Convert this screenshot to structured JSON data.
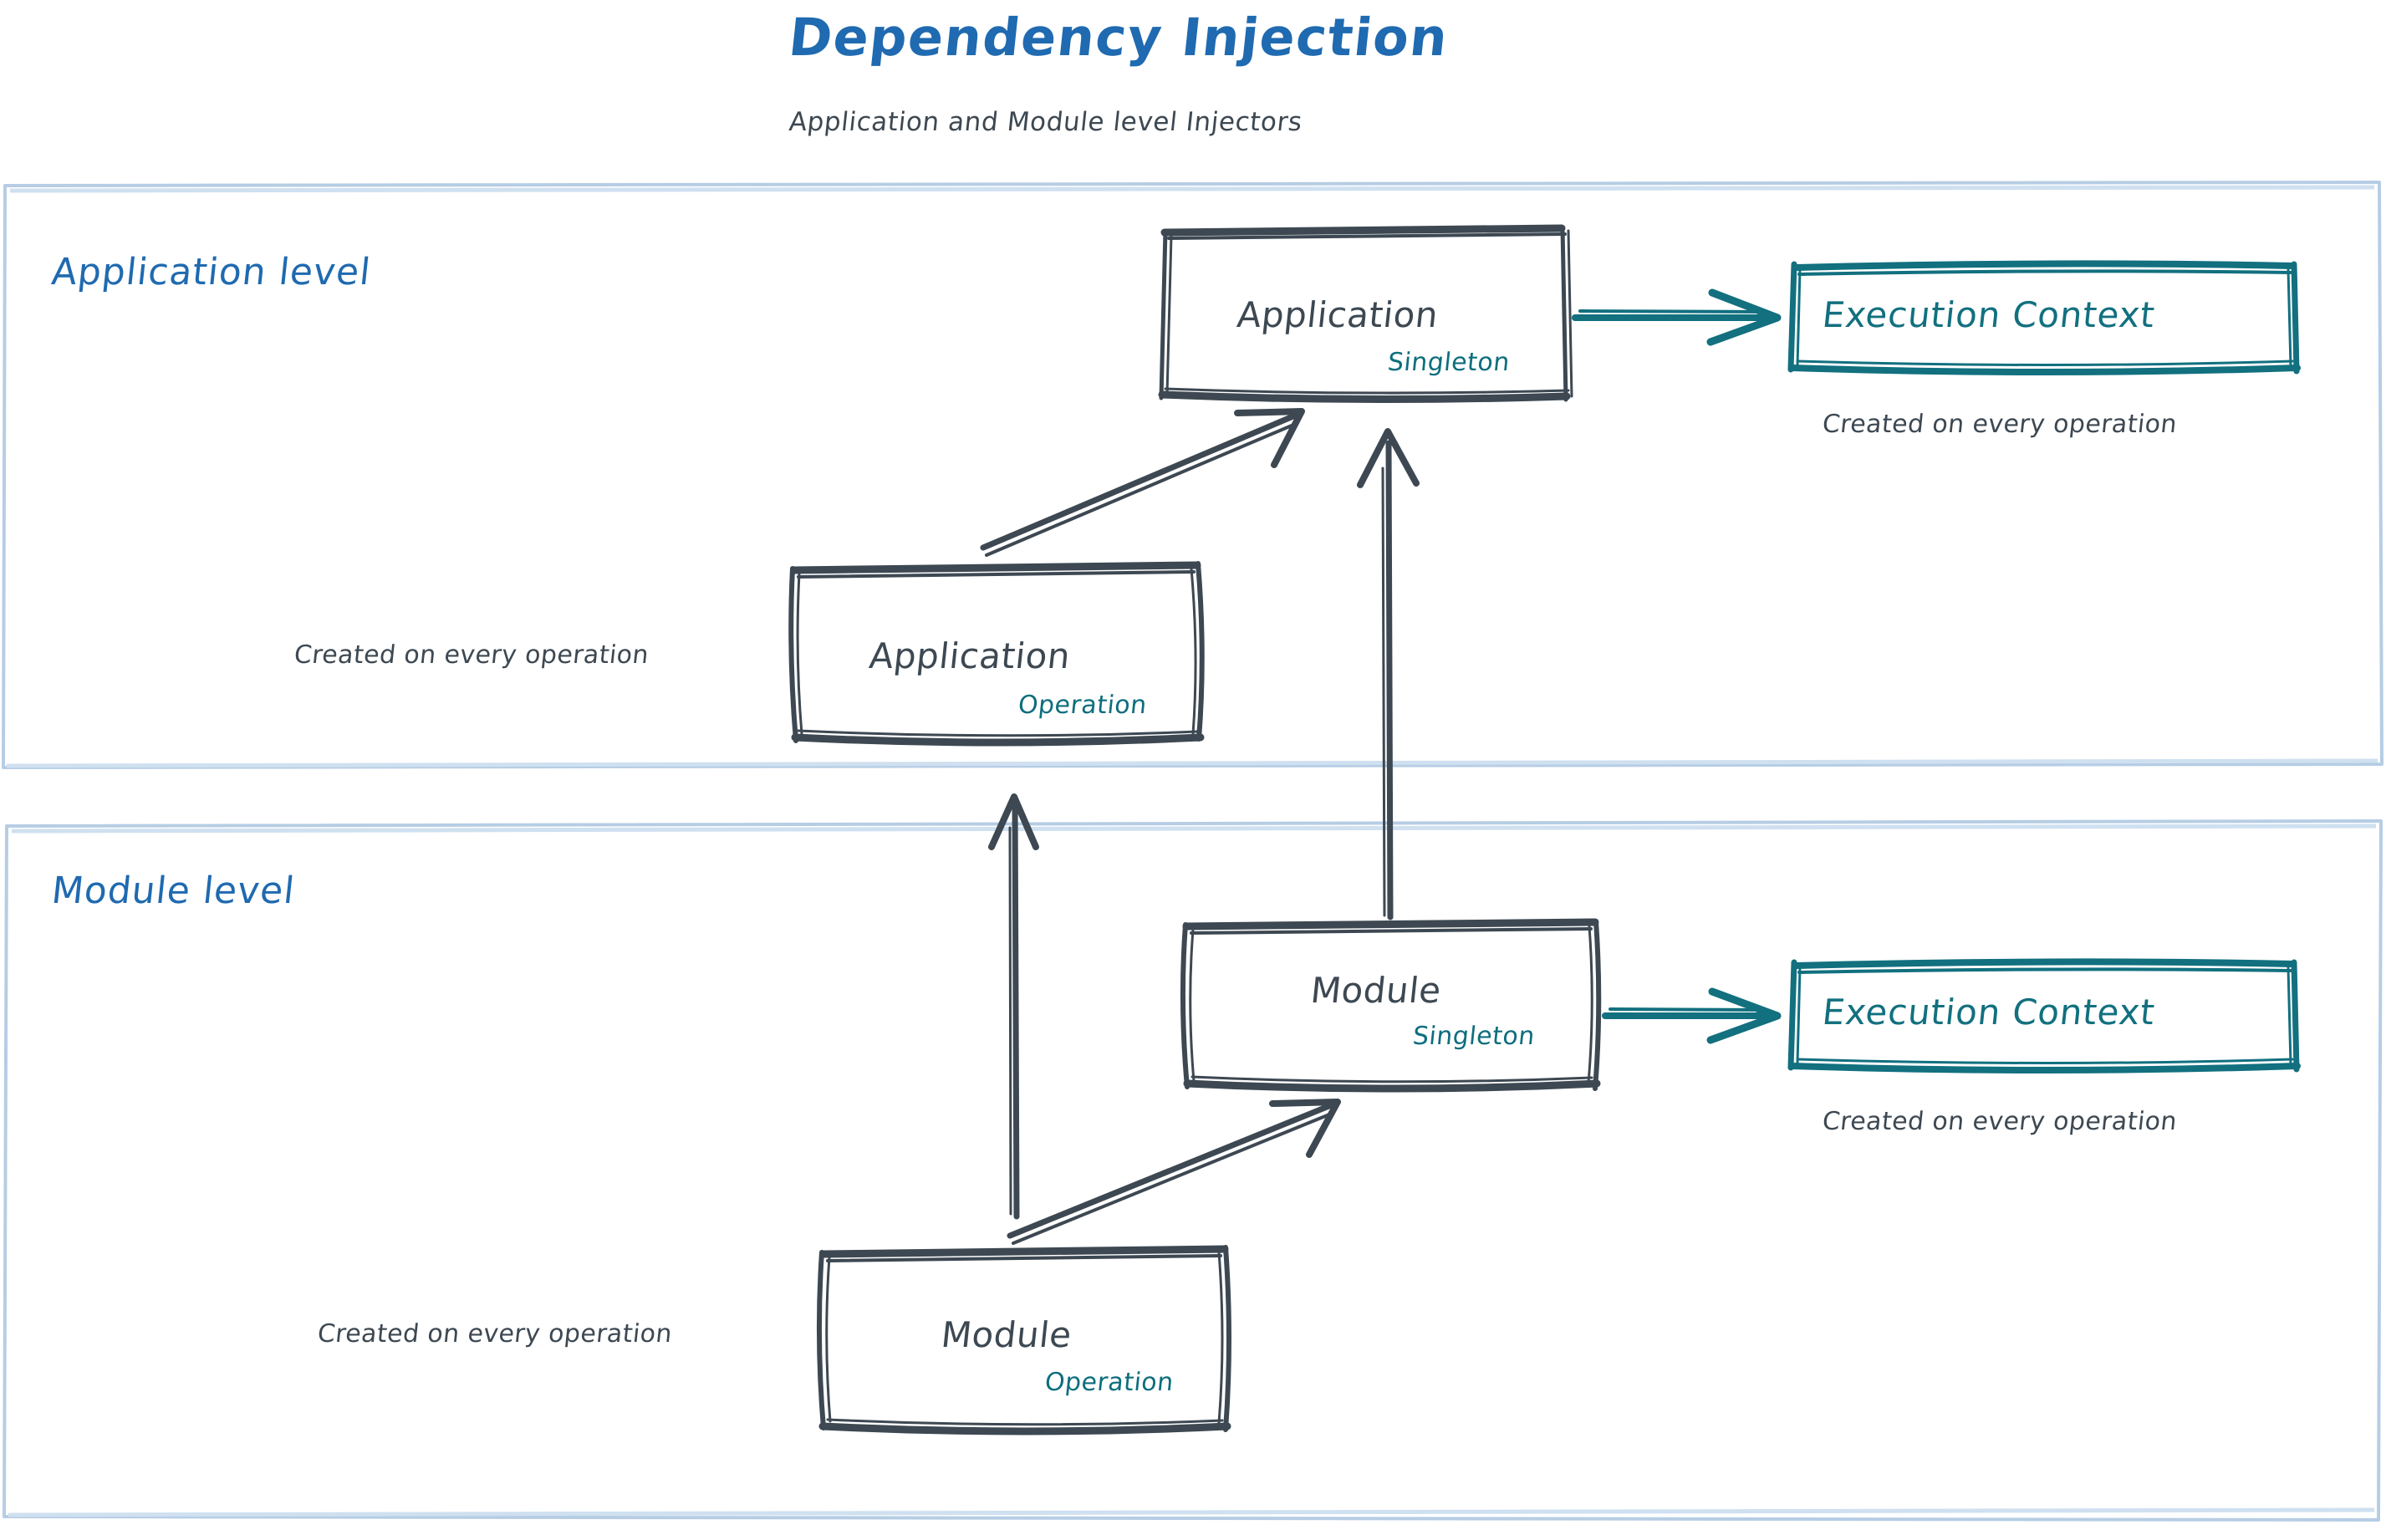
{
  "header": {
    "title": "Dependency Injection",
    "subtitle": "Application and Module level Injectors",
    "title_color": "#1f6ab0",
    "subtitle_color": "#3d4852"
  },
  "colors": {
    "zone_border": "#b6cde4",
    "zone_label": "#1f6ab0",
    "node_stroke": "#3d4852",
    "node_text": "#3d4852",
    "scope_text": "#0d6e7d",
    "context_stroke": "#12707f",
    "context_text": "#12707f",
    "background": "#ffffff"
  },
  "zones": [
    {
      "id": "application-level",
      "label": "Application level",
      "nodes": [
        {
          "id": "application-singleton",
          "title": "Application",
          "scope": "Singleton",
          "kind": "node"
        },
        {
          "id": "execution-context-application",
          "title": "Execution Context",
          "kind": "context",
          "caption": "Created on every operation"
        },
        {
          "id": "application-operation",
          "title": "Application",
          "scope": "Operation",
          "kind": "node",
          "caption": "Created on every operation"
        }
      ]
    },
    {
      "id": "module-level",
      "label": "Module level",
      "nodes": [
        {
          "id": "module-singleton",
          "title": "Module",
          "scope": "Singleton",
          "kind": "node"
        },
        {
          "id": "execution-context-module",
          "title": "Execution Context",
          "kind": "context",
          "caption": "Created on every operation"
        },
        {
          "id": "module-operation",
          "title": "Module",
          "scope": "Operation",
          "kind": "node",
          "caption": "Created on every operation"
        }
      ]
    }
  ],
  "edges": [
    {
      "id": "application-singleton-to-execution-context",
      "from": "application-singleton",
      "to": "execution-context-application",
      "color": "#12707f"
    },
    {
      "id": "application-operation-to-application-singleton",
      "from": "application-operation",
      "to": "application-singleton",
      "color": "#3d4852"
    },
    {
      "id": "module-singleton-to-application-singleton",
      "from": "module-singleton",
      "to": "application-singleton",
      "color": "#3d4852"
    },
    {
      "id": "module-singleton-to-execution-context",
      "from": "module-singleton",
      "to": "execution-context-module",
      "color": "#12707f"
    },
    {
      "id": "module-operation-to-module-singleton",
      "from": "module-operation",
      "to": "module-singleton",
      "color": "#3d4852"
    },
    {
      "id": "module-operation-to-application-operation",
      "from": "module-operation",
      "to": "application-operation",
      "color": "#3d4852"
    }
  ]
}
